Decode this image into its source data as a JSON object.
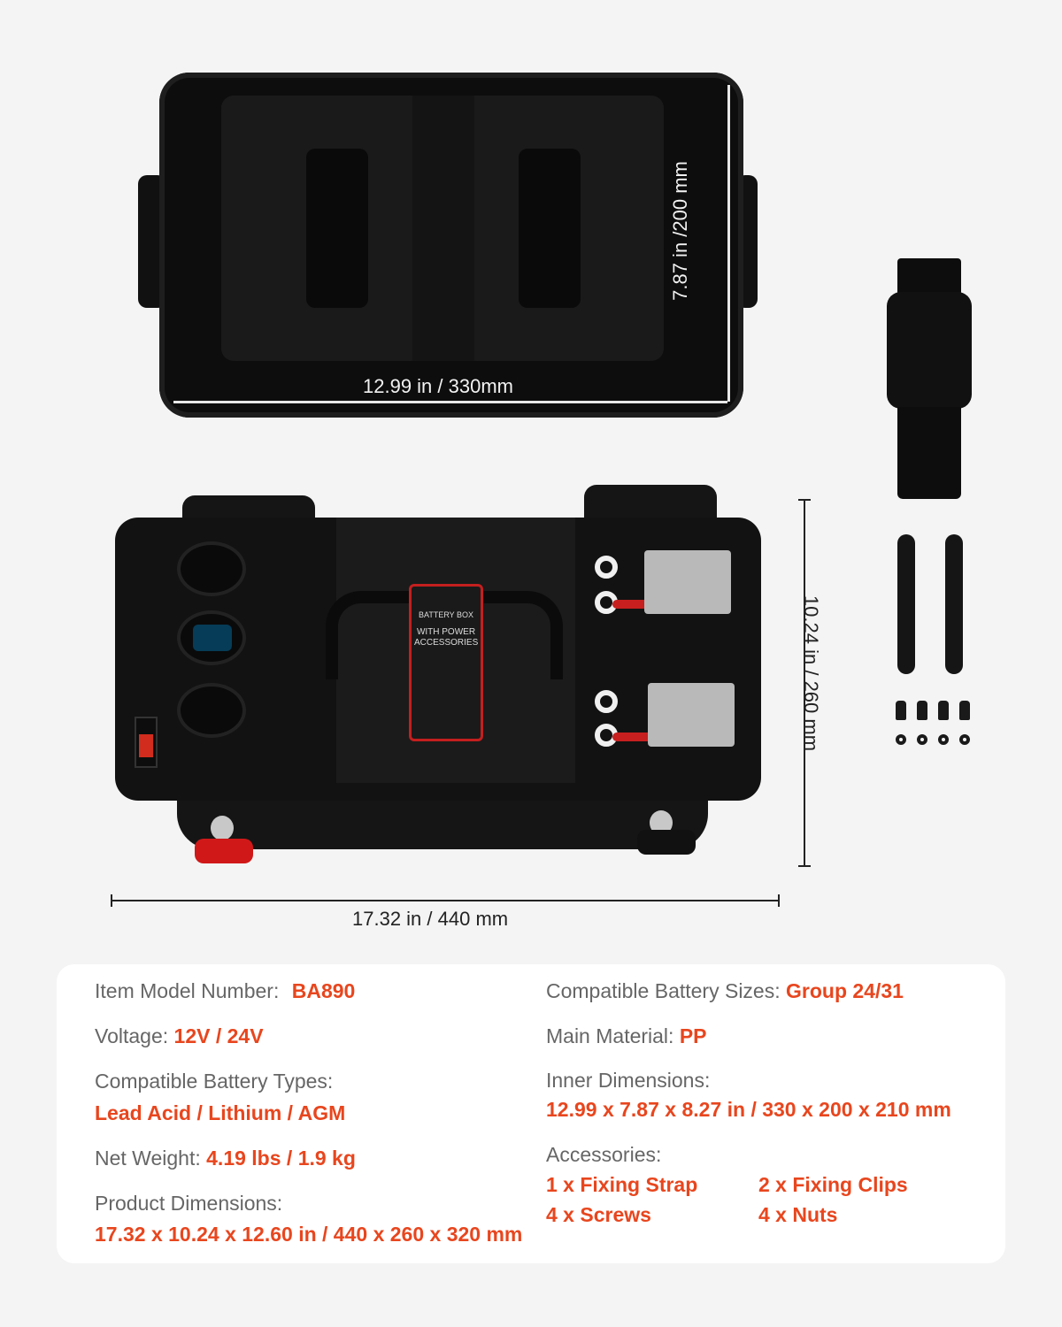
{
  "dimensions": {
    "tray_width": "12.99 in / 330mm",
    "tray_height": "7.87 in /200 mm",
    "box_height": "10.24 in / 260 mm",
    "box_width": "17.32 in / 440 mm"
  },
  "box_label": {
    "title": "BATTERY BOX",
    "subtitle": "WITH POWER ACCESSORIES"
  },
  "specs": {
    "model_label": "Item Model Number:",
    "model_value": "BA890",
    "voltage_label": "Voltage:",
    "voltage_value": "12V / 24V",
    "battery_types_label": "Compatible Battery Types:",
    "battery_types_value": "Lead Acid / Lithium / AGM",
    "weight_label": "Net Weight:",
    "weight_value": "4.19 lbs / 1.9 kg",
    "product_dims_label": "Product Dimensions:",
    "product_dims_value": "17.32 x 10.24 x 12.60 in / 440 x 260 x 320 mm",
    "battery_sizes_label": "Compatible Battery Sizes:",
    "battery_sizes_value": "Group 24/31",
    "material_label": "Main Material:",
    "material_value": "PP",
    "inner_dims_label": "Inner Dimensions:",
    "inner_dims_value": "12.99 x 7.87 x 8.27 in / 330 x 200 x 210 mm",
    "accessories_label": "Accessories:",
    "accessories": [
      "1 x Fixing Strap",
      "2 x Fixing Clips",
      "4 x Screws",
      "4 x Nuts"
    ]
  },
  "colors": {
    "accent": "#e8461e",
    "background": "#f4f4f4",
    "card": "#ffffff"
  }
}
